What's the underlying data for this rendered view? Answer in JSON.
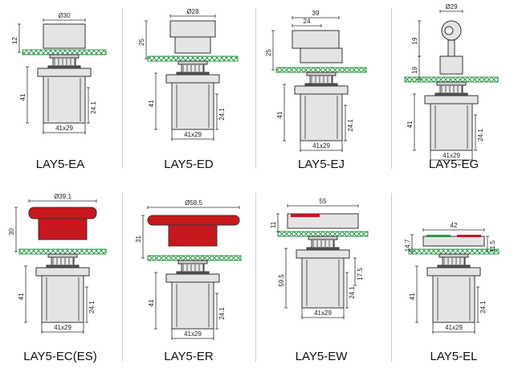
{
  "panels": [
    {
      "id": "ea",
      "name": "LAY5-EA",
      "base": "41x29",
      "top_dim": "Ø30",
      "h_top": "12",
      "h_body": "41",
      "h_side": "24.1"
    },
    {
      "id": "ed",
      "name": "LAY5-ED",
      "base": "41x29",
      "top_dim": "Ø28",
      "h_top": "25",
      "h_body": "41",
      "h_side": "24.1"
    },
    {
      "id": "ej",
      "name": "LAY5-EJ",
      "base": "41x29",
      "top_dim": "39",
      "top_dim2": "24",
      "h_top": "25",
      "h_body": "41",
      "h_side": "24.1"
    },
    {
      "id": "eg",
      "name": "LAY5-EG",
      "base": "41x29",
      "top_dim": "Ø29",
      "h_top": "19",
      "h_mid": "19",
      "h_body": "41",
      "h_side": "24.1"
    },
    {
      "id": "ec",
      "name": "LAY5-EC(ES)",
      "base": "41x29",
      "top_dim": "Ø39.1",
      "h_top": "30",
      "h_body": "41",
      "h_side": "24.1"
    },
    {
      "id": "er",
      "name": "LAY5-ER",
      "base": "41x29",
      "top_dim": "Ø58.5",
      "h_top": "31",
      "h_body": "41",
      "h_side": "24.1"
    },
    {
      "id": "ew",
      "name": "LAY5-EW",
      "base": "41x29",
      "top_dim": "55",
      "h_top": "11",
      "h_body": "59.5",
      "h_side": "24.1",
      "h_side2": "17.5"
    },
    {
      "id": "el",
      "name": "LAY5-EL",
      "base": "41x29",
      "top_dim": "42",
      "h_top": "14.7",
      "h_body": "41",
      "h_side": "24.1",
      "h_side2": "11.5"
    }
  ],
  "colors": {
    "red_button": "#c8171d",
    "body_gray": "#e4e4e4",
    "outline": "#333333",
    "panel_green": "#2e9a48",
    "dim_line": "#333333"
  }
}
